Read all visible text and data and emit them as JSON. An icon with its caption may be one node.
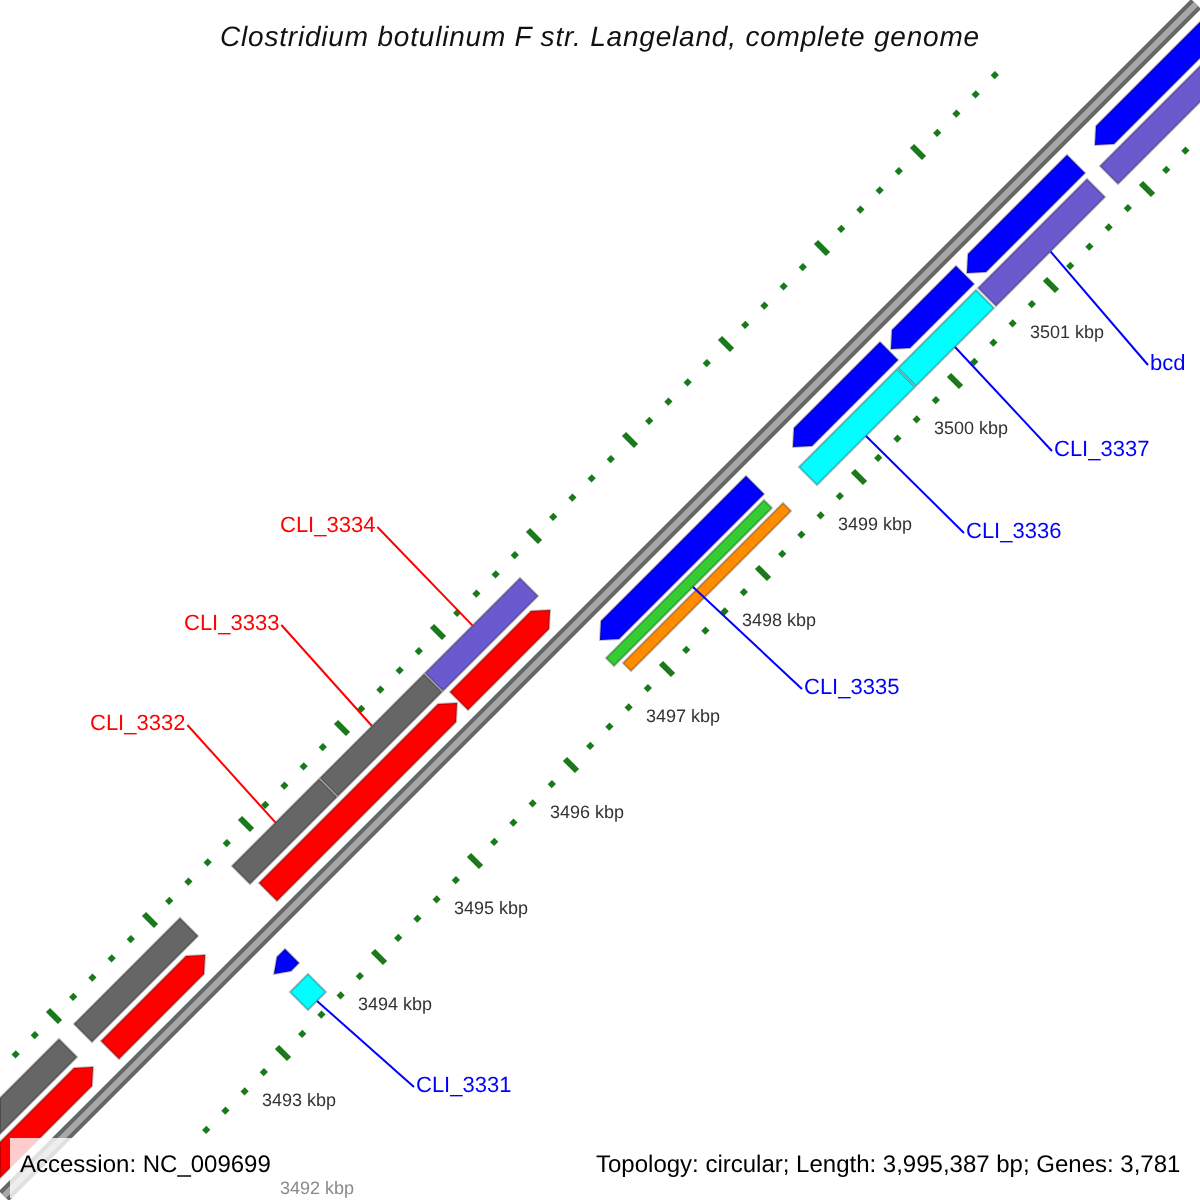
{
  "diagram": {
    "title": "Clostridium botulinum F str. Langeland, complete genome",
    "nodes": [
      {
        "text": [
          "bcd"
        ]
      },
      {
        "text": [
          "CLI_3337"
        ]
      },
      {
        "text": [
          "CLI_3334"
        ]
      },
      {
        "text": [
          "CLI_3336"
        ]
      },
      {
        "text": [
          "CLI_3333"
        ]
      },
      {
        "text": [
          "CLI_3335"
        ]
      },
      {
        "text": [
          "CLI_3332"
        ]
      },
      {
        "text": [
          "CLI_3331"
        ]
      },
      {
        "text": [],
        "shape": "bar"
      },
      {
        "text": [],
        "shape": "bar"
      },
      {
        "text": [],
        "shape": "bar"
      },
      {
        "text": [],
        "shape": "bar"
      },
      {
        "text": [],
        "shape": "bar"
      },
      {
        "text": [],
        "shape": "bar"
      },
      {
        "text": [],
        "shape": "bar"
      },
      {
        "text": [],
        "shape": "bar"
      },
      {
        "text": [],
        "shape": "bar"
      },
      {
        "text": [],
        "shape": "bar"
      },
      {
        "text": [],
        "shape": "arrow"
      },
      {
        "text": [],
        "shape": "arrow"
      },
      {
        "text": [],
        "shape": "arrow"
      },
      {
        "text": [],
        "shape": "arrow"
      },
      {
        "text": [],
        "shape": "arrow"
      },
      {
        "text": [],
        "shape": "arrow"
      },
      {
        "text": [],
        "shape": "arrow"
      },
      {
        "text": [],
        "shape": "arrow"
      },
      {
        "text": [],
        "shape": "arrow"
      },
      {
        "text": [],
        "shape": "arrow"
      },
      {
        "text": [],
        "shape": "bar"
      },
      {
        "text": [],
        "shape": "bar"
      }
    ],
    "edges": [
      {
        "from": 0,
        "to": 8,
        "arrow": "none"
      },
      {
        "from": 1,
        "to": 9,
        "arrow": "none"
      },
      {
        "from": 2,
        "to": 10,
        "arrow": "none",
        "color": "#ff0000"
      },
      {
        "from": 3,
        "to": 11,
        "arrow": "none"
      },
      {
        "from": 4,
        "to": 12,
        "arrow": "none",
        "color": "#ff0000"
      },
      {
        "from": 5,
        "to": 13,
        "arrow": "none"
      },
      {
        "from": 6,
        "to": 14,
        "arrow": "none",
        "color": "#ff0000"
      },
      {
        "from": 7,
        "to": 15,
        "arrow": "none"
      }
    ],
    "labels": [
      "3501 kbp",
      "3500 kbp",
      "3499 kbp",
      "3498 kbp",
      "3497 kbp",
      "3496 kbp",
      "3495 kbp",
      "3494 kbp",
      "3493 kbp",
      "3492 kbp",
      "Accession: NC_009699",
      "Topology: circular; Length: 3,995,387 bp; Genes: 3,781"
    ]
  }
}
